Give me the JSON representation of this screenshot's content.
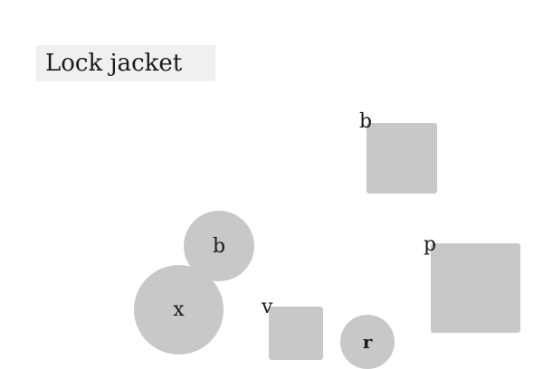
{
  "header": {
    "title": "Lock jacket"
  },
  "shapes": {
    "square_b_label": "b",
    "square_p_label": "p",
    "square_v_label": "v",
    "circle_b_label": "b",
    "circle_x_label": "x",
    "circle_r_label": "r"
  },
  "colors": {
    "shape_fill": "#c8c8c8",
    "title_background": "#f0f0f0"
  }
}
